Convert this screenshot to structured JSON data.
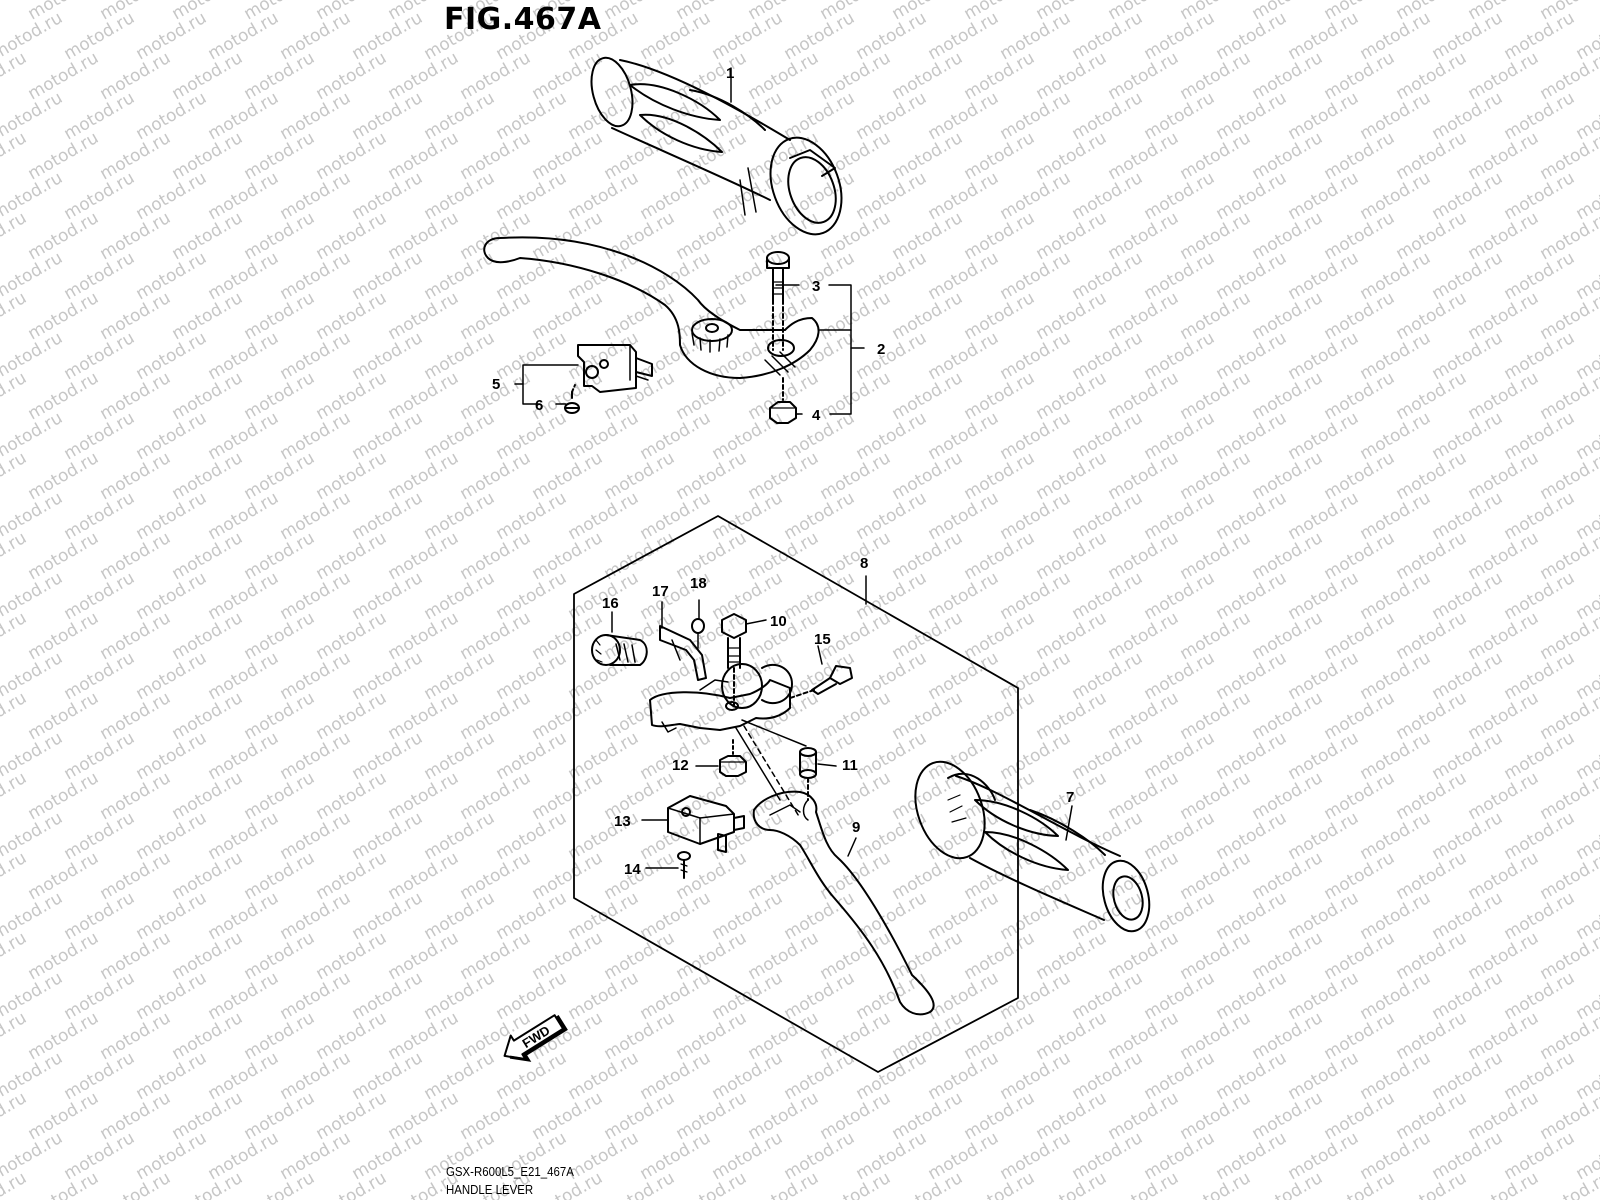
{
  "figure": {
    "title": "FIG.467A",
    "model_code": "GSX-R600L5_E21_467A",
    "name": "HANDLE LEVER"
  },
  "watermark": "motod.ru",
  "direction_marker": "FWD",
  "callouts": [
    "1",
    "2",
    "3",
    "4",
    "5",
    "6",
    "7",
    "8",
    "9",
    "10",
    "11",
    "12",
    "13",
    "14",
    "15",
    "16",
    "17",
    "18"
  ],
  "colors": {
    "line": "#000000",
    "watermark": "#c6c6c6",
    "background": "#ffffff"
  }
}
